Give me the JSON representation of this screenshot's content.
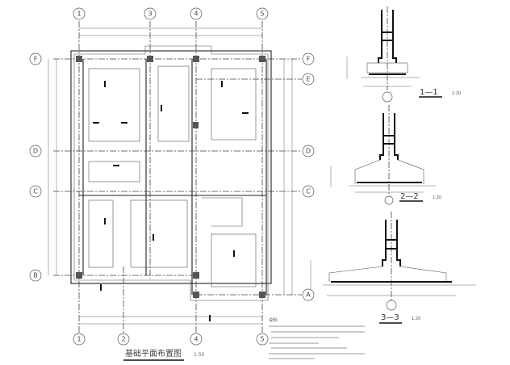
{
  "plan": {
    "title": "基础平面布置图",
    "scale": "1:50",
    "axes_vertical_top": [
      "1",
      "3",
      "4",
      "5"
    ],
    "axes_vertical_bottom": [
      "1",
      "2",
      "4",
      "5"
    ],
    "axes_horizontal_left": [
      "F",
      "D",
      "C",
      "B"
    ],
    "axes_horizontal_right": [
      "F",
      "E",
      "D",
      "C",
      "A"
    ]
  },
  "sections": [
    {
      "label": "1—1",
      "scale": "1:20"
    },
    {
      "label": "2—2",
      "scale": "1:20"
    },
    {
      "label": "3—3",
      "scale": "1:20"
    }
  ],
  "notes": {
    "heading": "说明:"
  }
}
